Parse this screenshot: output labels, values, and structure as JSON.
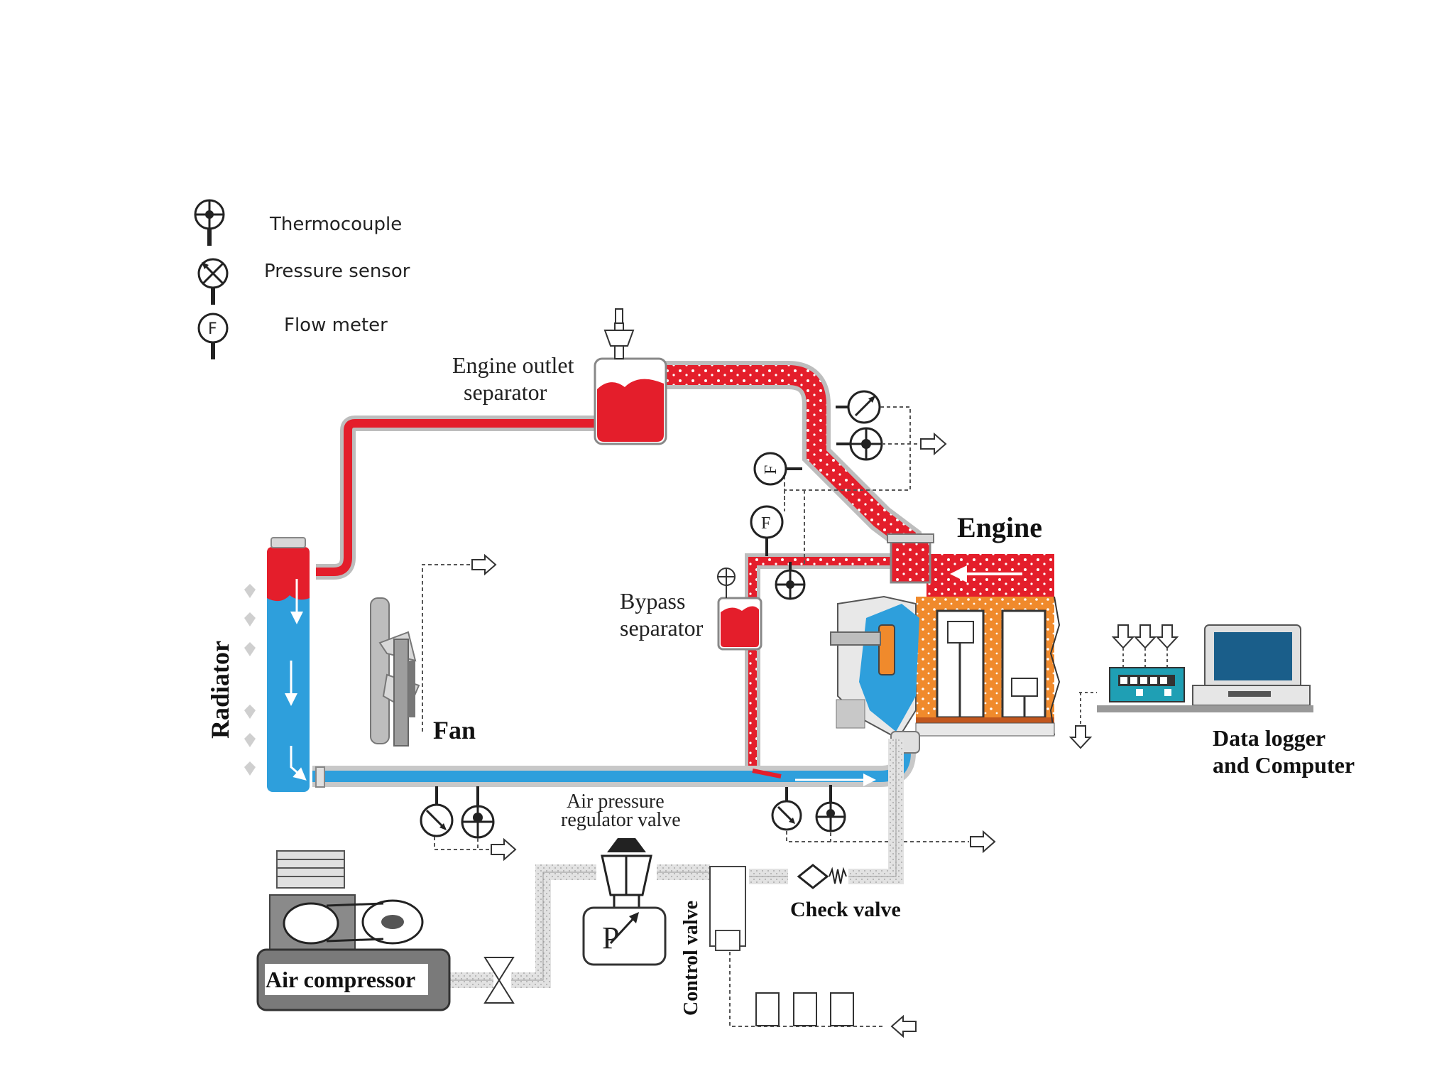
{
  "legend": {
    "thermocouple": "Thermocouple",
    "pressure_sensor": "Pressure sensor",
    "flow_meter": "Flow meter",
    "flow_meter_symbol": "F"
  },
  "labels": {
    "engine_outlet_separator_line1": "Engine outlet",
    "engine_outlet_separator_line2": "separator",
    "bypass_separator_line1": "Bypass",
    "bypass_separator_line2": "separator",
    "engine": "Engine",
    "radiator": "Radiator",
    "fan": "Fan",
    "air_pressure_regulator_line1": "Air pressure",
    "air_pressure_regulator_line2": "regulator valve",
    "check_valve": "Check valve",
    "control_valve": "Control valve",
    "air_compressor": "Air compressor",
    "data_logger_line1": "Data logger",
    "data_logger_line2": "and Computer",
    "pressure_gauge_symbol": "P"
  },
  "colors": {
    "hot_coolant": "#e41e2b",
    "cold_coolant": "#2e9fdc",
    "engine_block": "#f08a2c",
    "pipe": "#c8c8c8",
    "signal_line": "#555555"
  }
}
